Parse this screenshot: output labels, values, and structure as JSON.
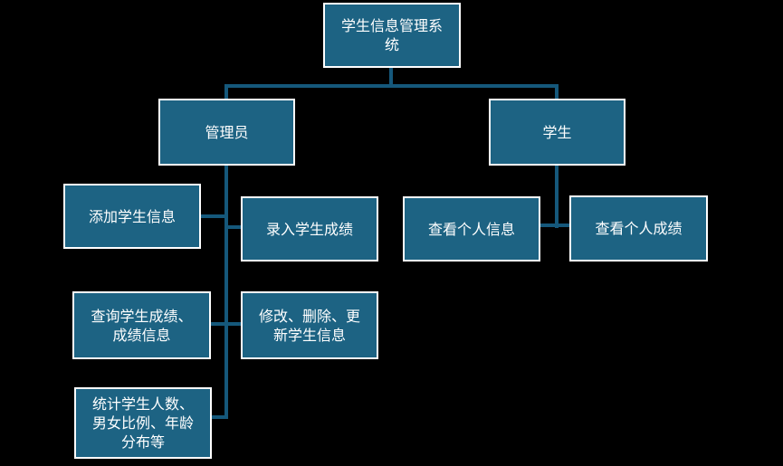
{
  "diagram": {
    "type": "org-chart",
    "title": "学生信息管理系统",
    "colors": {
      "background": "#000000",
      "box_fill": "#1d6383",
      "box_border": "#ffffff",
      "connector": "#15587b",
      "text": "#ffffff"
    },
    "nodes": [
      {
        "id": "root",
        "label": "学生信息管理系统",
        "lines": [
          "学生信息管理系",
          "统"
        ]
      },
      {
        "id": "admin",
        "label": "管理员",
        "lines": [
          "管理员"
        ]
      },
      {
        "id": "student",
        "label": "学生",
        "lines": [
          "学生"
        ]
      },
      {
        "id": "add-student-info",
        "label": "添加学生信息",
        "lines": [
          "添加学生信息"
        ]
      },
      {
        "id": "enter-student-grades",
        "label": "录入学生成绩",
        "lines": [
          "录入学生成绩"
        ]
      },
      {
        "id": "view-personal-info",
        "label": "查看个人信息",
        "lines": [
          "查看个人信息"
        ]
      },
      {
        "id": "view-personal-grades",
        "label": "查看个人成绩",
        "lines": [
          "查看个人成绩"
        ]
      },
      {
        "id": "query-student-grades",
        "label": "查询学生成绩、成绩信息",
        "lines": [
          "查询学生成绩、",
          "成绩信息"
        ]
      },
      {
        "id": "modify-delete-update",
        "label": "修改、删除、更新学生信息",
        "lines": [
          "修改、删除、更",
          "新学生信息"
        ]
      },
      {
        "id": "statistics",
        "label": "统计学生人数、男女比例、年龄分布等",
        "lines": [
          "统计学生人数、",
          "男女比例、年龄",
          "分布等"
        ]
      }
    ],
    "edges": [
      {
        "from": "root",
        "to": "admin"
      },
      {
        "from": "root",
        "to": "student"
      },
      {
        "from": "admin",
        "to": "add-student-info"
      },
      {
        "from": "admin",
        "to": "enter-student-grades"
      },
      {
        "from": "admin",
        "to": "query-student-grades"
      },
      {
        "from": "admin",
        "to": "modify-delete-update"
      },
      {
        "from": "admin",
        "to": "statistics"
      },
      {
        "from": "student",
        "to": "view-personal-info"
      },
      {
        "from": "student",
        "to": "view-personal-grades"
      }
    ]
  }
}
